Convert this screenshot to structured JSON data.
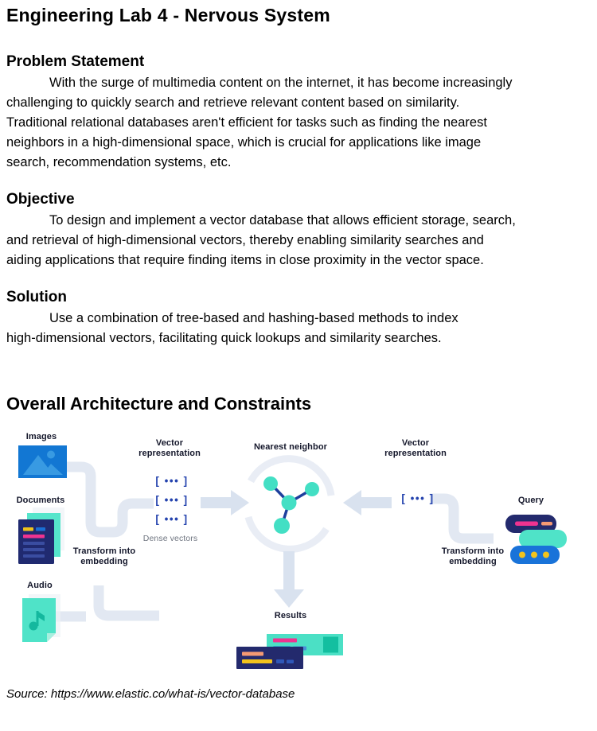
{
  "document": {
    "title": "Engineering Lab 4 - Nervous System",
    "sections": [
      {
        "heading": "Problem Statement",
        "body": "With the surge of multimedia content on the internet, it has become increasingly\nchallenging to quickly search and retrieve relevant content based on similarity.\nTraditional relational databases aren't efficient for tasks such as finding the nearest\nneighbors in a high-dimensional space, which is crucial for applications like image\nsearch, recommendation systems, etc."
      },
      {
        "heading": "Objective",
        "body": "To design and implement a vector database that allows efficient storage, search,\nand retrieval of high-dimensional vectors, thereby enabling similarity searches and\naiding applications that require finding items in close proximity in the vector space."
      },
      {
        "heading": "Solution",
        "body": "Use a combination of tree-based and hashing-based methods to index\nhigh-dimensional vectors, facilitating quick lookups and similarity searches."
      }
    ],
    "architecture_heading": "Overall Architecture and Constraints",
    "source": "Source: https://www.elastic.co/what-is/vector-database"
  },
  "diagram": {
    "labels": {
      "images": "Images",
      "documents": "Documents",
      "audio": "Audio",
      "transform_left": "Transform into\nembedding",
      "vector_rep_left": "Vector\nrepresentation",
      "dense_vectors": "Dense vectors",
      "nearest_neighbor": "Nearest neighbor",
      "vector_rep_right": "Vector\nrepresentation",
      "transform_right": "Transform into\nembedding",
      "query": "Query",
      "results": "Results"
    },
    "vector_rows": [
      "[ ••• ]",
      "[ ••• ]",
      "[ ••• ]"
    ],
    "query_vector": "[ ••• ]",
    "colors": {
      "pipe": "#e2e8f2",
      "arrow": "#d9e2ef",
      "node_teal": "#43dfc4",
      "edge_navy": "#1e3f9d",
      "icon_blue": "#1277d3",
      "icon_navy": "#232a6d",
      "icon_teal": "#4fe3c8",
      "accent_pink": "#ef3390",
      "accent_yellow": "#efc31c",
      "accent_salmon": "#f49a73",
      "accent_blue": "#1a6fd4"
    }
  }
}
